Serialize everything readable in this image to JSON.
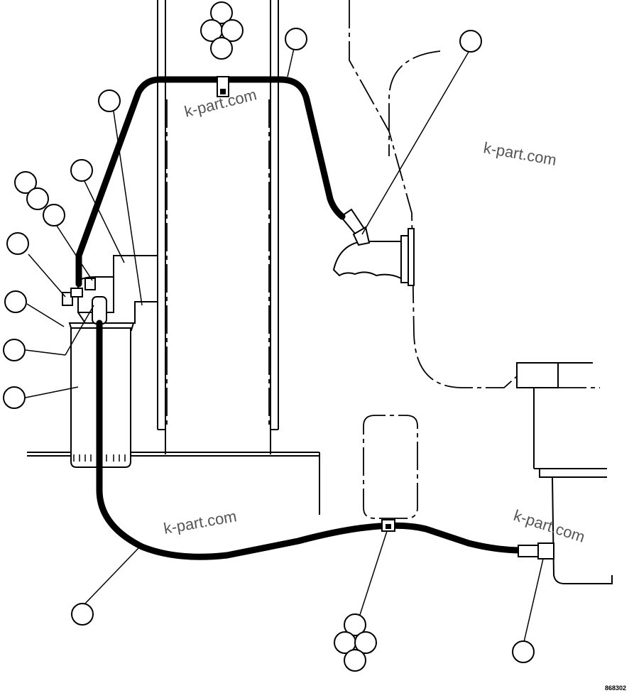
{
  "watermarks": [
    "k-part.com",
    "k-part.com",
    "k-part.com",
    "k-part.com"
  ],
  "drawing_number": "868302"
}
